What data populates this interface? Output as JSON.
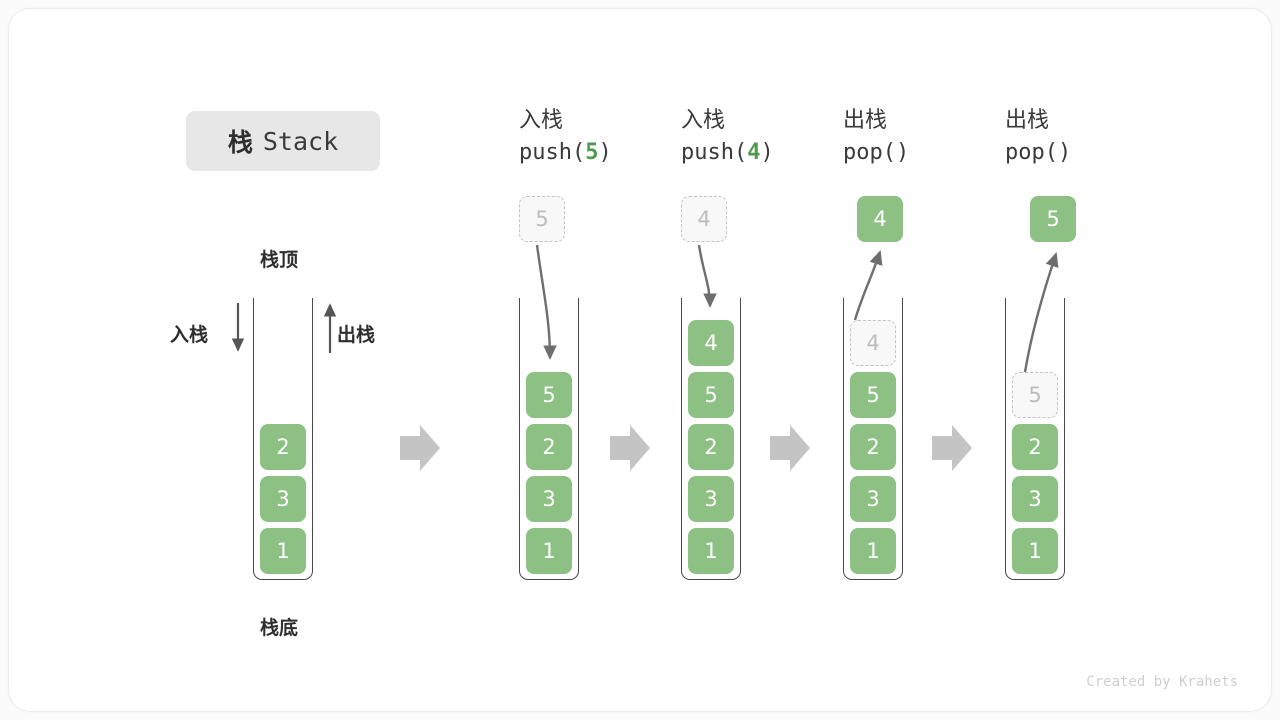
{
  "figure": {
    "title_cn": "栈",
    "title_en": "Stack",
    "footer": "Created by Krahets",
    "colors": {
      "element_green": "#8cc183",
      "accent_green": "#4e9a4e",
      "ghost_border": "#c3c3c3",
      "ghost_fill": "#f8f8f8",
      "ghost_text": "#bdbdbd",
      "container_stroke": "#4a4a4a",
      "arrow_gray": "#6e6e6e",
      "separator_gray": "#c4c4c4",
      "badge_bg": "#e7e7e7",
      "text_dark": "#2e2e2e"
    }
  },
  "annotations": {
    "top_label": "栈顶",
    "bottom_label": "栈底",
    "push_side_label": "入栈",
    "pop_side_label": "出栈"
  },
  "steps": [
    {
      "id": "initial",
      "op_cn": "",
      "op_code": "",
      "op_arg": "",
      "stack": [
        "2",
        "3",
        "1"
      ],
      "floating": null,
      "ghost_in_stack": null,
      "arrow": "none"
    },
    {
      "id": "push-5",
      "op_cn": "入栈",
      "op_code_prefix": "push(",
      "op_arg": "5",
      "op_code_suffix": ")",
      "stack": [
        "5",
        "2",
        "3",
        "1"
      ],
      "floating": "5",
      "floating_style": "ghost",
      "ghost_in_stack": null,
      "arrow": "down-into-stack"
    },
    {
      "id": "push-4",
      "op_cn": "入栈",
      "op_code_prefix": "push(",
      "op_arg": "4",
      "op_code_suffix": ")",
      "stack": [
        "4",
        "5",
        "2",
        "3",
        "1"
      ],
      "floating": "4",
      "floating_style": "ghost",
      "ghost_in_stack": null,
      "arrow": "down-into-stack"
    },
    {
      "id": "pop-1",
      "op_cn": "出栈",
      "op_code_prefix": "pop(",
      "op_arg": "",
      "op_code_suffix": ")",
      "stack": [
        "5",
        "2",
        "3",
        "1"
      ],
      "floating": "4",
      "floating_style": "solid",
      "ghost_in_stack": "4",
      "arrow": "up-out-of-stack"
    },
    {
      "id": "pop-2",
      "op_cn": "出栈",
      "op_code_prefix": "pop(",
      "op_arg": "",
      "op_code_suffix": ")",
      "stack": [
        "2",
        "3",
        "1"
      ],
      "floating": "5",
      "floating_style": "solid",
      "ghost_in_stack": "5",
      "arrow": "up-out-of-stack"
    }
  ],
  "separators": [
    "arrow-right",
    "arrow-right",
    "arrow-right",
    "arrow-right"
  ]
}
